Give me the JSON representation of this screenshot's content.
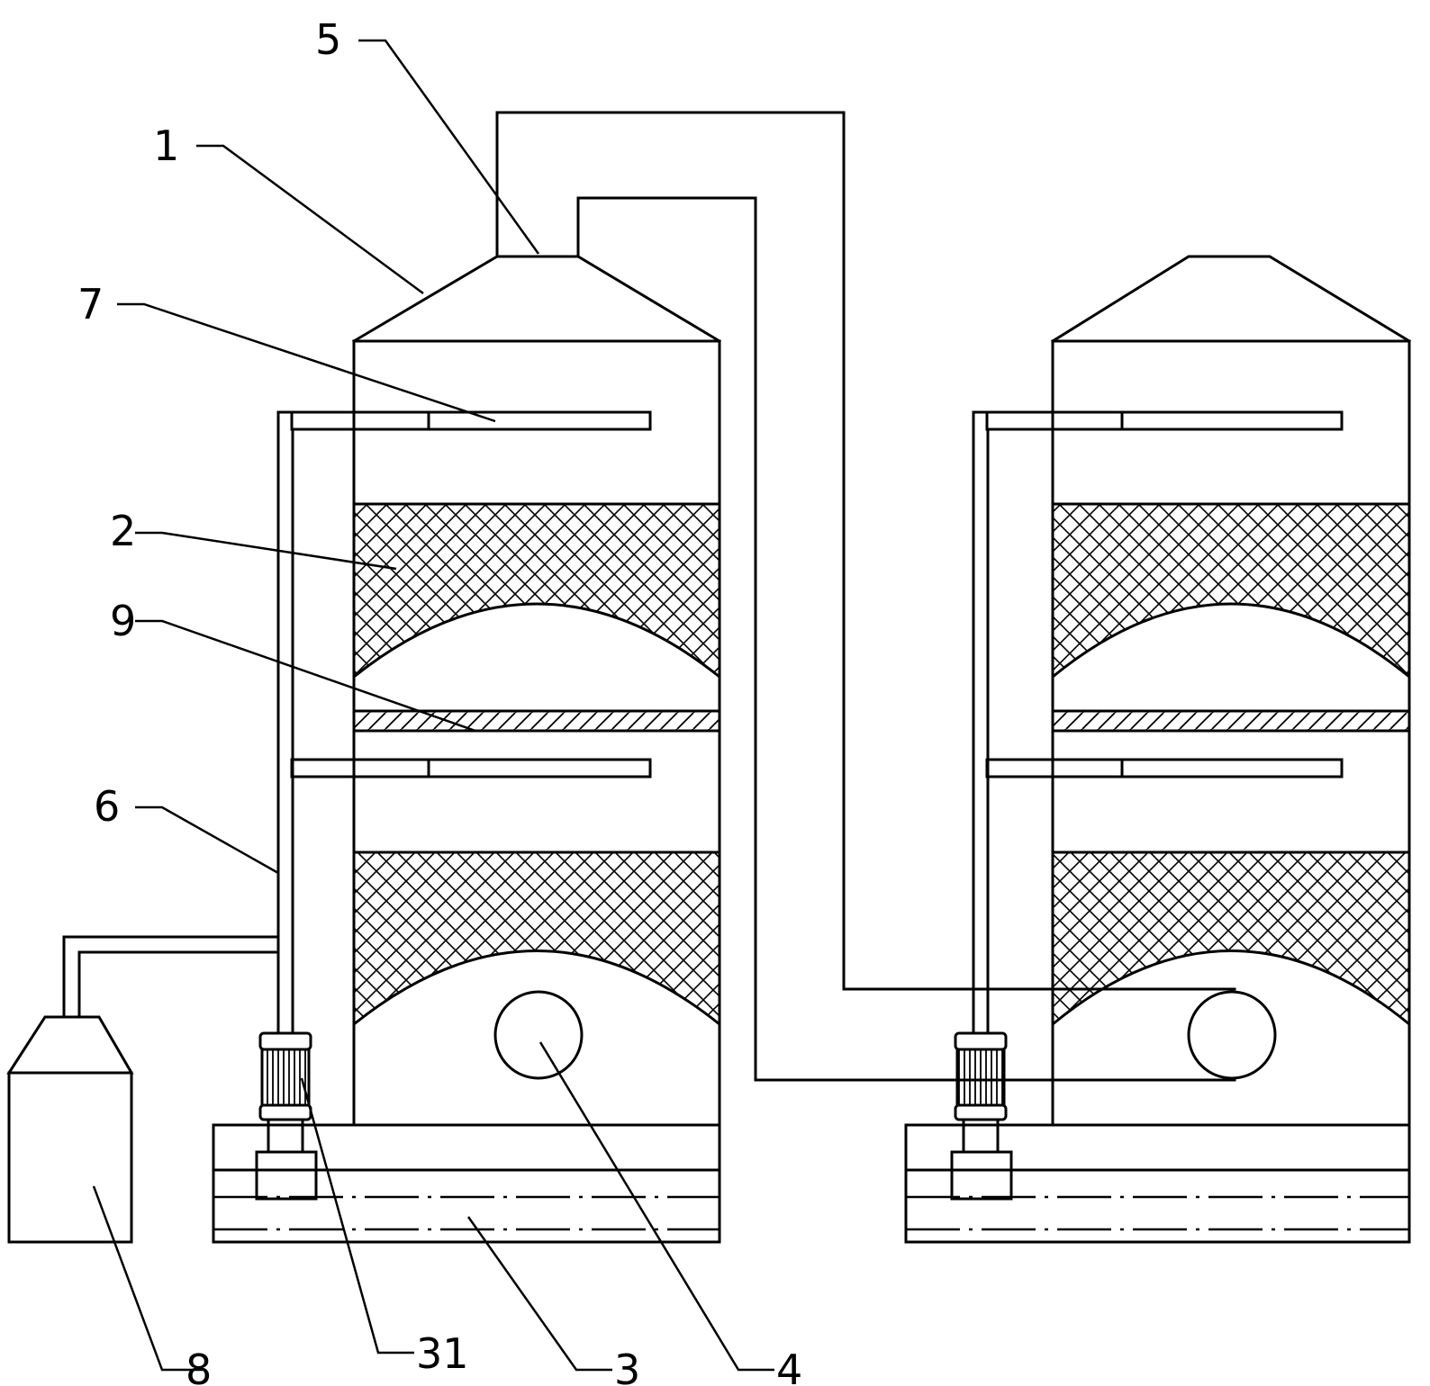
{
  "labels": {
    "l1": "1",
    "l2": "2",
    "l3": "3",
    "l4": "4",
    "l5": "5",
    "l6": "6",
    "l7": "7",
    "l8": "8",
    "l9": "9",
    "l31": "31"
  }
}
